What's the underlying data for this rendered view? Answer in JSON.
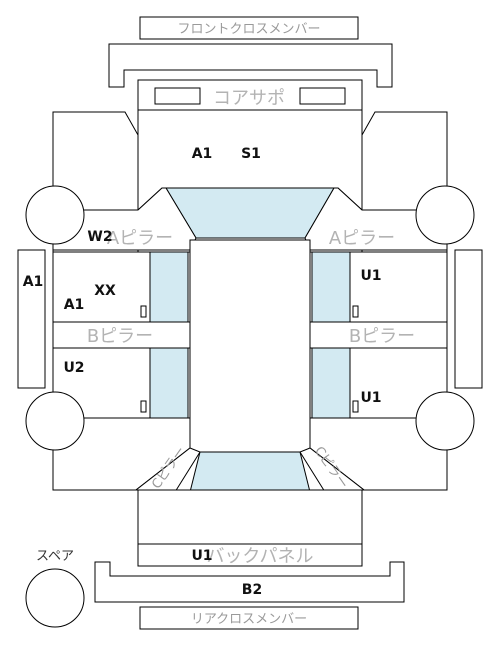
{
  "labels": {
    "front_cross_member": "フロントクロスメンバー",
    "core_support": "コアサポ",
    "a_pillar_left": "Aピラー",
    "a_pillar_right": "Aピラー",
    "b_pillar_left": "Bピラー",
    "b_pillar_right": "Bピラー",
    "c_pillar_left": "Cピラー",
    "c_pillar_right": "Cピラー",
    "back_panel": "バックパネル",
    "rear_cross_member": "リアクロスメンバー",
    "spare": "スペア"
  },
  "codes": {
    "hood_a1": "A1",
    "hood_s1": "S1",
    "left_front_fender": "W2",
    "left_side_sill": "A1",
    "left_front_door_a1": "A1",
    "left_front_door_xx": "XX",
    "left_rear_door": "U2",
    "right_front_door": "U1",
    "right_rear_door": "U1",
    "trunk": "U1",
    "rear_bumper": "B2"
  },
  "colors": {
    "glass": "#d3eaf2",
    "outline": "#000000",
    "part_label": "#b3b3b3"
  }
}
